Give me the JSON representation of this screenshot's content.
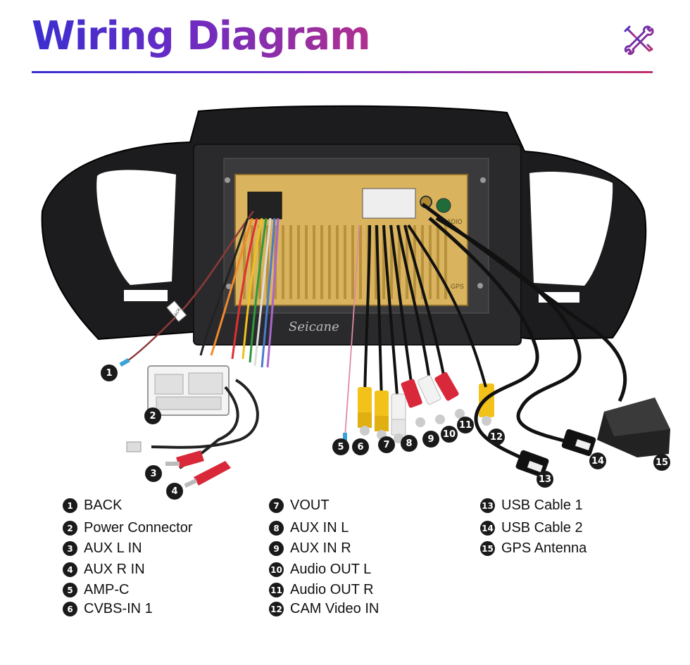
{
  "title": "Wiring Diagram",
  "icon": "wrench-screwdriver-icon",
  "watermark": "Seicane",
  "unit_labels": {
    "radio": "RADIO",
    "gps": "GPS",
    "back_tag": "BACK"
  },
  "callouts": [
    "1",
    "2",
    "3",
    "4",
    "5",
    "6",
    "7",
    "8",
    "9",
    "10",
    "11",
    "12",
    "13",
    "14",
    "15"
  ],
  "legend": [
    {
      "num": "1",
      "label": "BACK"
    },
    {
      "num": "2",
      "label": "Power Connector"
    },
    {
      "num": "3",
      "label": "AUX L IN"
    },
    {
      "num": "4",
      "label": "AUX R IN"
    },
    {
      "num": "5",
      "label": "AMP-C"
    },
    {
      "num": "6",
      "label": "CVBS-IN 1"
    },
    {
      "num": "7",
      "label": "VOUT"
    },
    {
      "num": "8",
      "label": "AUX IN L"
    },
    {
      "num": "9",
      "label": "AUX IN R"
    },
    {
      "num": "10",
      "label": "Audio OUT L"
    },
    {
      "num": "11",
      "label": "Audio OUT R"
    },
    {
      "num": "12",
      "label": "CAM Video IN"
    },
    {
      "num": "13",
      "label": "USB Cable 1"
    },
    {
      "num": "14",
      "label": "USB Cable 2"
    },
    {
      "num": "15",
      "label": "GPS Antenna"
    }
  ],
  "colors": {
    "title_start": "#3a2fd0",
    "title_end": "#b0308e",
    "frame": "#1c1c1e",
    "chassis": "#d9b35e",
    "rca_red": "#d8283a",
    "rca_yellow": "#f2c21a",
    "rca_white": "#f2f2f2"
  }
}
